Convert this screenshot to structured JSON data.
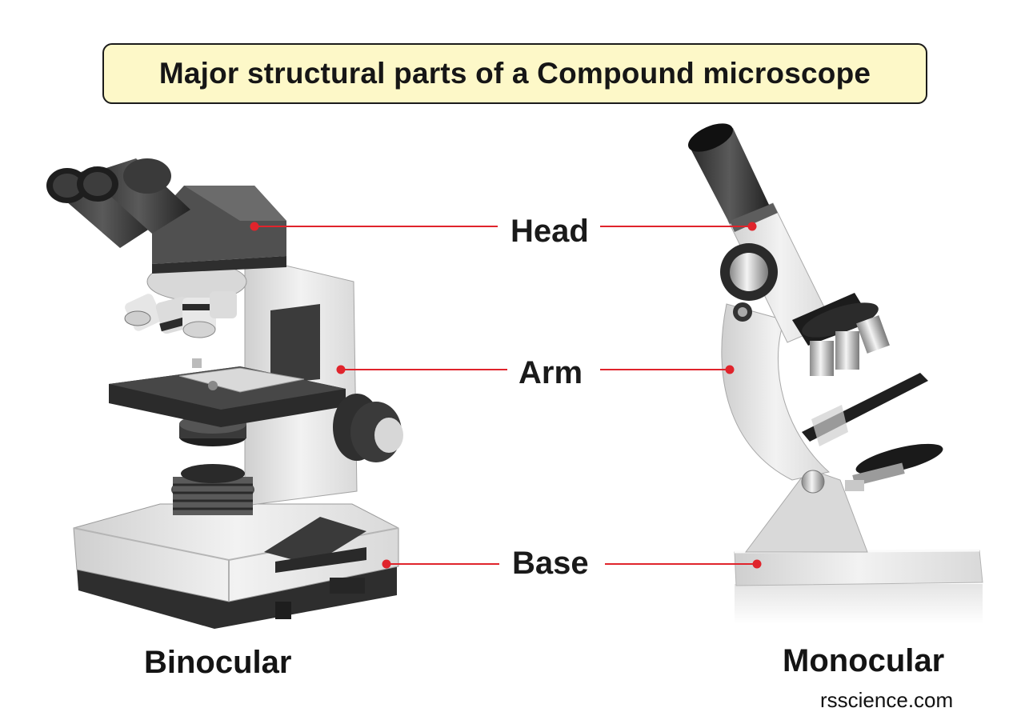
{
  "title": "Major structural parts of a Compound microscope",
  "parts": [
    {
      "id": "head",
      "label": "Head"
    },
    {
      "id": "arm",
      "label": "Arm"
    },
    {
      "id": "base",
      "label": "Base"
    }
  ],
  "captions": {
    "left": "Binocular",
    "right": "Monocular"
  },
  "credit": "rsscience.com",
  "colors": {
    "title_fill": "#fdf8c8",
    "pointer_line": "#e0242c"
  }
}
